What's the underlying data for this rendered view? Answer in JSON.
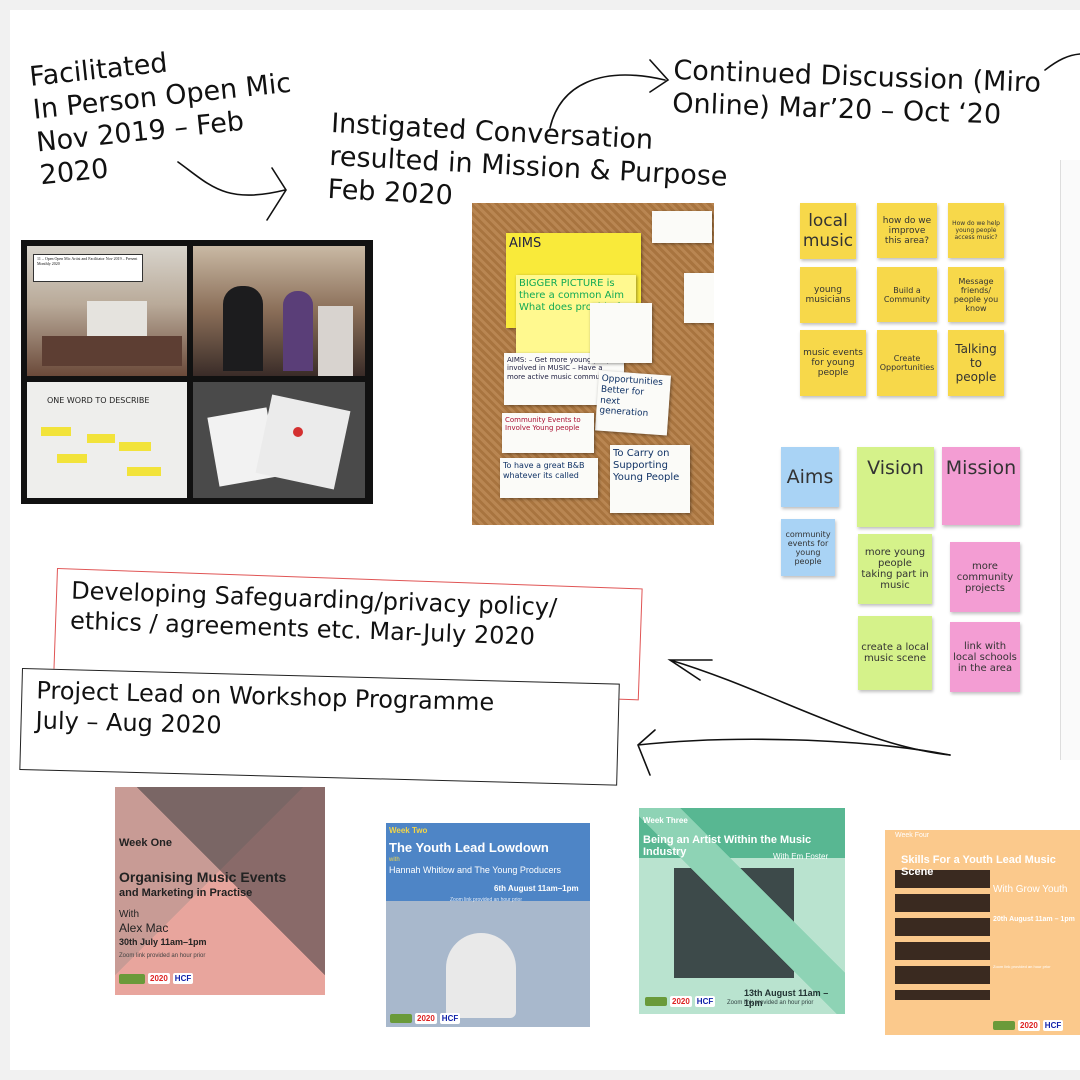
{
  "labels": {
    "facilitated": "Facilitated\nIn Person Open Mic\n Nov 2019 – Feb\n2020",
    "instigated": "Instigated Conversation\nresulted in Mission & Purpose\nFeb 2020",
    "continued": "Continued Discussion (Miro\nOnline) Mar’20 – Oct ‘20",
    "safeguarding": "Developing Safeguarding/privacy policy/\nethics / agreements etc. Mar-July 2020",
    "project_lead": "Project Lead on Workshop Programme\nJuly – Aug 2020"
  },
  "collage": {
    "caption": "11 – Open Open Mic\nArtist and Facilitator\nNov 2019 – Present Monthly 2020",
    "whiteboard_text": "ONE WORD TO DESCRIBE"
  },
  "cork_board": {
    "notes": [
      "AIMS",
      "BIGGER PICTURE is there a common Aim What does provide for",
      "AIMS: – Get more young people involved in MUSIC – Have a more active music community",
      "Opportunities Better for next generation",
      "Community Events to Involve Young people",
      "To have a great B&B whatever its called",
      "To Carry on Supporting Young People"
    ]
  },
  "miro": {
    "top_grid": [
      "local music",
      "how do we improve this area?",
      "How do we help young people access music?",
      "young musicians",
      "Build a Community",
      "Message friends/ people you know",
      "music events for young people",
      "Create Opportunities",
      "Talking to people"
    ],
    "headers": [
      "Aims",
      "Vision",
      "Mission"
    ],
    "aims_notes": [
      "community events for young people"
    ],
    "vision_notes": [
      "more young people taking part in music",
      "create a local music scene"
    ],
    "mission_notes": [
      "more community projects",
      "link with local schools in the area"
    ]
  },
  "posters": [
    {
      "week": "Week One",
      "title": "Organising Music Events",
      "subtitle": "and Marketing in Practise",
      "with": "With",
      "host": "Alex Mac",
      "date": "30th July 11am–1pm",
      "note": "Zoom link provided an hour prior"
    },
    {
      "week": "Week Two",
      "title": "The Youth Lead Lowdown",
      "with": "with",
      "host": "Hannah Whitlow and The Young Producers",
      "date": "6th August 11am–1pm",
      "note": "Zoom link provided an hour prior"
    },
    {
      "week": "Week Three",
      "title": "Being an Artist Within the Music Industry",
      "host": "With Em Foster",
      "date": "13th August 11am – 1pm",
      "note": "Zoom link provided an hour prior"
    },
    {
      "week": "Week Four",
      "title": "Skills For a Youth Lead Music Scene",
      "host": "With Grow Youth",
      "date": "20th August 11am – 1pm",
      "note": "Zoom link provided an hour prior"
    }
  ],
  "logos": [
    "2020",
    "HCF"
  ]
}
